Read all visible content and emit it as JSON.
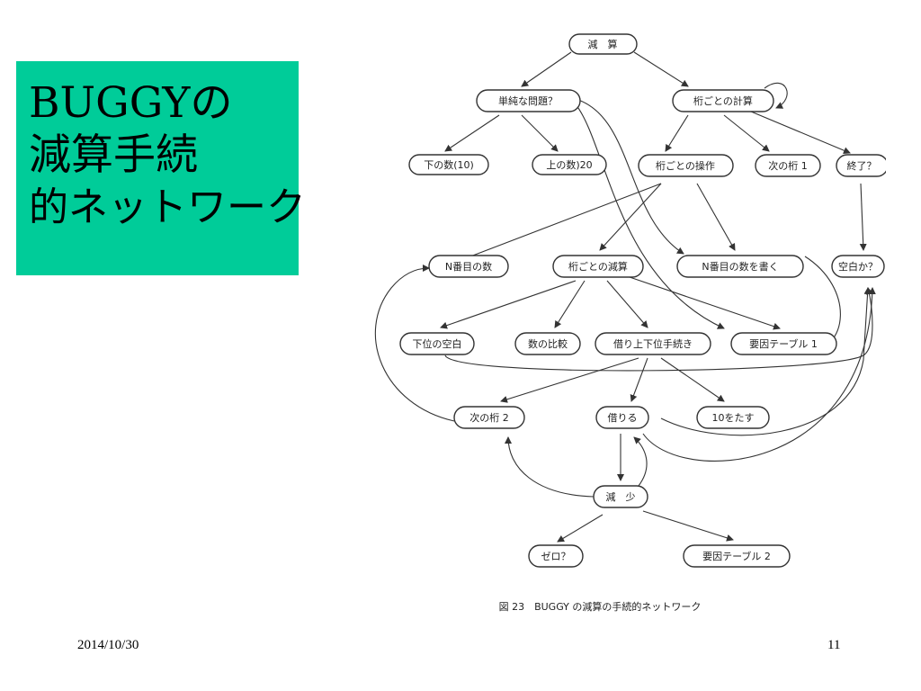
{
  "slide": {
    "title_lines": [
      "BUGGYの",
      "減算手続",
      "的ネットワーク"
    ],
    "date": "2014/10/30",
    "page_number": "11"
  },
  "diagram": {
    "caption": "図 23　BUGGY の減算の手続的ネットワーク",
    "nodes": {
      "n1": "減　算",
      "n2": "単純な問題？",
      "n3": "桁ごとの計算",
      "n4": "下の数(10)",
      "n5": "上の数)20",
      "n6": "桁ごとの操作",
      "n7": "次の桁 1",
      "n8": "終了？",
      "n9": "N番目の数",
      "n10": "桁ごとの減算",
      "n11": "N番目の数を書く",
      "n12": "空白か？",
      "n13": "下位の空白",
      "n14": "数の比較",
      "n15": "借り上下位手続き",
      "n16": "要因テーブル 1",
      "n17": "次の桁 2",
      "n18": "借りる",
      "n19": "10をたす",
      "n20": "減　少",
      "n21": "ゼロ？",
      "n22": "要因テーブル 2"
    }
  }
}
